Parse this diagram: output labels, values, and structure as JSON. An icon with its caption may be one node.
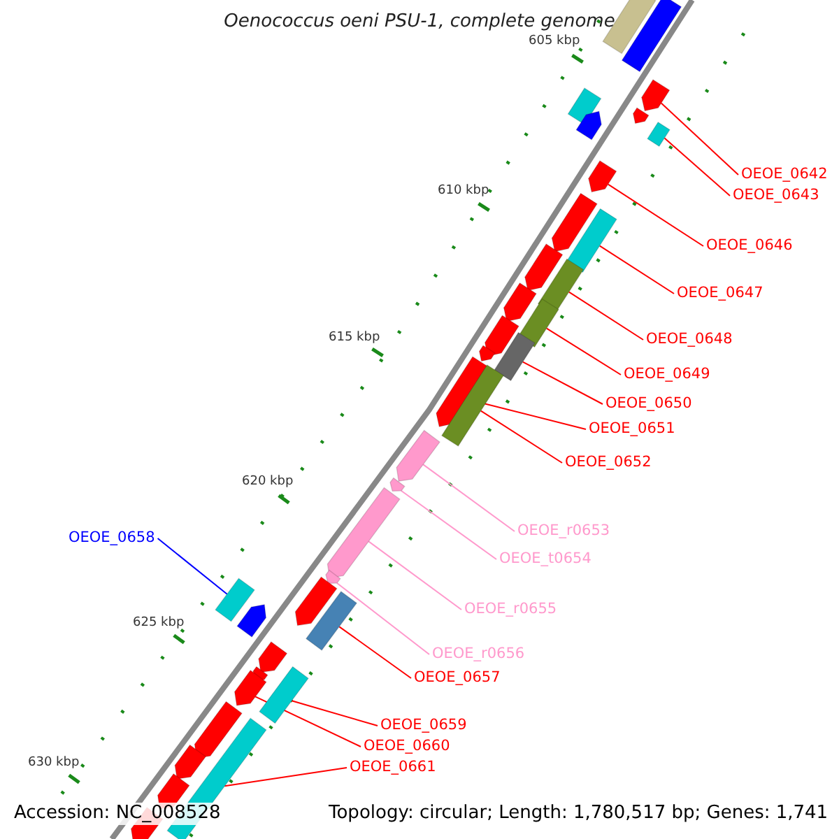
{
  "diagram": {
    "title": "Oenococcus oeni PSU-1, complete genome",
    "nodes": [
      {
        "text": [
          "OEOE_0642"
        ]
      },
      {
        "text": [
          "OEOE_0643"
        ]
      },
      {
        "text": [
          "OEOE_0646"
        ]
      },
      {
        "text": [
          "OEOE_0647"
        ]
      },
      {
        "text": [
          "OEOE_0648"
        ]
      },
      {
        "text": [
          "OEOE_0649"
        ]
      },
      {
        "text": [
          "OEOE_0650"
        ]
      },
      {
        "text": [
          "OEOE_0651"
        ]
      },
      {
        "text": [
          "OEOE_0652"
        ]
      },
      {
        "text": [
          "OEOE_r0653"
        ]
      },
      {
        "text": [
          "OEOE_t0654"
        ]
      },
      {
        "text": [
          "OEOE_r0655"
        ]
      },
      {
        "text": [
          "OEOE_r0656"
        ]
      },
      {
        "text": [
          "OEOE_0657"
        ]
      },
      {
        "text": [
          "OEOE_0658"
        ]
      },
      {
        "text": [
          "OEOE_0659"
        ]
      },
      {
        "text": [
          "OEOE_0660"
        ]
      },
      {
        "text": [
          "OEOE_0661"
        ]
      },
      {
        "text": [],
        "shape": "arrow"
      },
      {
        "text": [],
        "shape": "arrow"
      },
      {
        "text": [],
        "shape": "arrow"
      },
      {
        "text": [],
        "shape": "arrow"
      },
      {
        "text": [],
        "shape": "arrow"
      },
      {
        "text": [],
        "shape": "arrow"
      },
      {
        "text": [],
        "shape": "arrow"
      },
      {
        "text": [],
        "shape": "arrow"
      },
      {
        "text": [],
        "shape": "arrow"
      },
      {
        "text": [],
        "shape": "arrow"
      },
      {
        "text": [],
        "shape": "arrow"
      },
      {
        "text": [],
        "shape": "arrow"
      },
      {
        "text": [],
        "shape": "arrow"
      },
      {
        "text": [],
        "shape": "arrow"
      },
      {
        "text": [],
        "shape": "arrow"
      },
      {
        "text": [],
        "shape": "arrow"
      },
      {
        "text": [],
        "shape": "arrow"
      },
      {
        "text": [],
        "shape": "arrow"
      },
      {
        "text": [],
        "shape": "arrow"
      },
      {
        "text": [],
        "shape": "arrow"
      },
      {
        "text": [],
        "shape": "arrow"
      },
      {
        "text": [],
        "shape": "arrow"
      },
      {
        "text": [],
        "shape": "arrow"
      },
      {
        "text": [],
        "shape": "arrow"
      },
      {
        "text": [],
        "shape": "arrow"
      },
      {
        "text": [],
        "shape": "arrow"
      },
      {
        "text": [],
        "shape": "arrow"
      },
      {
        "text": [],
        "shape": "arrow"
      },
      {
        "text": [],
        "shape": "arrow"
      },
      {
        "text": [],
        "shape": "arrow"
      },
      {
        "text": [],
        "shape": "arrow"
      },
      {
        "text": [],
        "shape": "arrow"
      },
      {
        "text": [],
        "shape": "arrow"
      },
      {
        "text": [],
        "shape": "arrow"
      },
      {
        "text": [],
        "shape": "arrow"
      },
      {
        "text": [],
        "shape": "arrow"
      }
    ],
    "edges": [
      {
        "from": 0,
        "to": 22,
        "arrow": "none"
      },
      {
        "from": 1,
        "to": 24,
        "arrow": "none"
      },
      {
        "from": 2,
        "to": 25,
        "arrow": "none"
      },
      {
        "from": 3,
        "to": 27,
        "arrow": "none"
      },
      {
        "from": 4,
        "to": 29,
        "arrow": "none"
      },
      {
        "from": 5,
        "to": 31,
        "arrow": "none"
      },
      {
        "from": 6,
        "to": 33,
        "arrow": "none"
      },
      {
        "from": 7,
        "to": 35,
        "arrow": "none"
      },
      {
        "from": 8,
        "to": 36,
        "arrow": "none"
      },
      {
        "from": 9,
        "to": 37,
        "arrow": "none",
        "color": "#ff99cc"
      },
      {
        "from": 10,
        "to": 38,
        "arrow": "none",
        "color": "#ff99cc"
      },
      {
        "from": 11,
        "to": 39,
        "arrow": "none",
        "color": "#ff99cc"
      },
      {
        "from": 12,
        "to": 40,
        "arrow": "none",
        "color": "#ff99cc"
      },
      {
        "from": 13,
        "to": 44,
        "arrow": "none"
      },
      {
        "from": 14,
        "to": 41,
        "arrow": "none",
        "color": "#0000ff"
      },
      {
        "from": 15,
        "to": 48,
        "arrow": "none"
      },
      {
        "from": 16,
        "to": 47,
        "arrow": "none"
      },
      {
        "from": 17,
        "to": 50,
        "arrow": "none"
      }
    ],
    "labels": [
      "605 kbp",
      "610 kbp",
      "615 kbp",
      "620 kbp",
      "625 kbp",
      "630 kbp",
      "Accession: NC_008528",
      "Topology: circular; Length: 1,780,517 bp; Genes: 1,741"
    ]
  }
}
